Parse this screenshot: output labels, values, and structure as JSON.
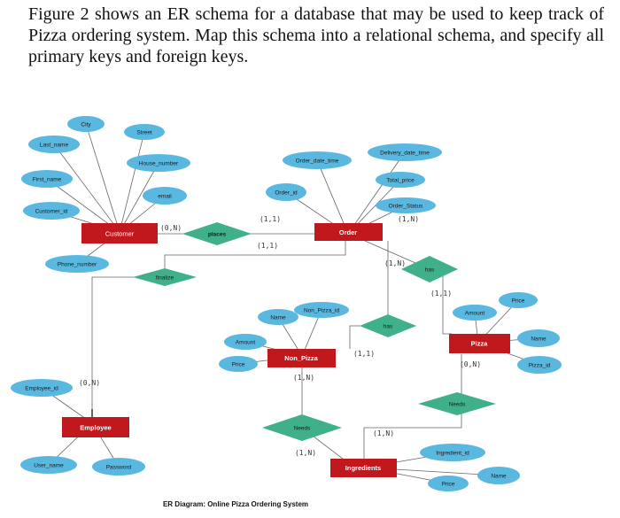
{
  "question": "Figure 2 shows an ER schema for a database that may be used to keep track of Pizza ordering system. Map this schema into a relational schema, and specify all primary keys and foreign keys.",
  "caption": "ER Diagram: Online Pizza Ordering System",
  "colors": {
    "entity": "#c0181d",
    "attribute": "#5ab8e0",
    "relationship": "#3fb08a"
  },
  "entities": {
    "customer": "Customer",
    "order": "Order",
    "pizza": "Pizza",
    "non_pizza": "Non_Pizza",
    "ingredients": "Ingredients",
    "employee": "Employee"
  },
  "relationships": {
    "places": "places",
    "finalize": "finalize",
    "has_order_pizza": "has",
    "has_order_nonpizza": "has",
    "needs_pizza": "Needs",
    "needs_nonpizza": "Needs"
  },
  "attributes": {
    "city": "City",
    "street": "Street",
    "last_name": "Last_name",
    "house_number": "House_number",
    "first_name": "First_name",
    "email": "email",
    "customer_id": "Customer_id",
    "phone_number": "Phone_number",
    "order_date_time": "Order_date_time",
    "delivery_date_time": "Delivery_date_time",
    "total_price": "Total_price",
    "order_id": "Order_id",
    "order_status": "Order_Status",
    "pizza_price": "Price",
    "pizza_amount": "Amount",
    "pizza_name": "Name",
    "pizza_id": "Pizza_id",
    "np_name": "Name",
    "non_pizza_id": "Non_Pizza_id",
    "np_amount": "Amount",
    "np_price": "Price",
    "employee_id": "Employee_id",
    "user_name": "User_name",
    "password": "Password",
    "ingredient_id": "Ingredient_id",
    "ing_name": "Name",
    "ing_price": "Price"
  },
  "cardinalities": {
    "customer_places": "(0,N)",
    "order_places": "(1,1)",
    "order_finalize": "(1,1)",
    "order_has_pizza": "(1,N)",
    "order_has_nonpizza": "(1,N)",
    "pizza_has": "(1,1)",
    "nonpizza_has": "(1,1)",
    "pizza_needs": "(0,N)",
    "nonpizza_needs": "(1,N)",
    "ingredients_needs_nonpizza": "(1,N)",
    "ingredients_needs_pizza": "(1,N)",
    "employee_finalize": "(0,N)"
  }
}
